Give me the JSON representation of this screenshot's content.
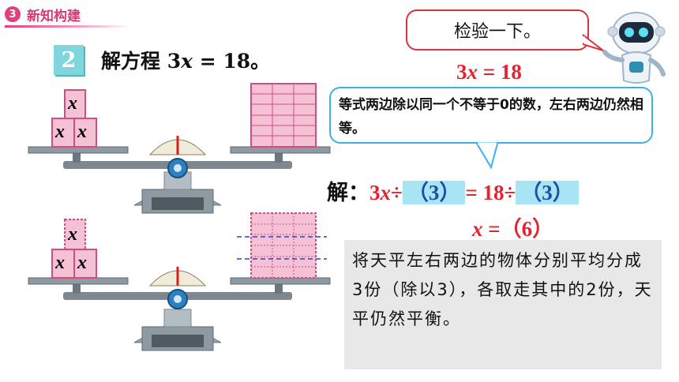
{
  "section": {
    "number": "3",
    "title": "新知构建"
  },
  "problem": {
    "number": "2",
    "prefix": "解方程 3",
    "var": "x",
    "suffix": " = 18。"
  },
  "check_bubble": "检验一下。",
  "verify_equation": {
    "coef": "3",
    "var": "x",
    "rest": " = 18"
  },
  "rule_text": "等式两边除以同一个不等于0的数，左右两边仍然相等。",
  "solution": {
    "label": "解：",
    "lhs_coef": "3",
    "var": "x",
    "div": "÷",
    "paren_open": "（",
    "divisor_left": "3",
    "paren_close": "）",
    "eq_rhs": "= 18÷",
    "divisor_right": "3"
  },
  "result": {
    "var": "x",
    "eq": " =（",
    "value": "6",
    "close": "）"
  },
  "explanation": "将天平左右两边的物体分别平均分成3份（除以3），各取走其中的2份，天平仍然平衡。",
  "scale_blocks": {
    "top_label": "x",
    "bottom_left": "x",
    "bottom_right": "x"
  },
  "colors": {
    "accent_pink": "#e0407b",
    "red": "#e3232f",
    "teal": "#7fd6dc",
    "blue_border": "#3db0e6",
    "blank_fill": "#a9e4f5"
  }
}
